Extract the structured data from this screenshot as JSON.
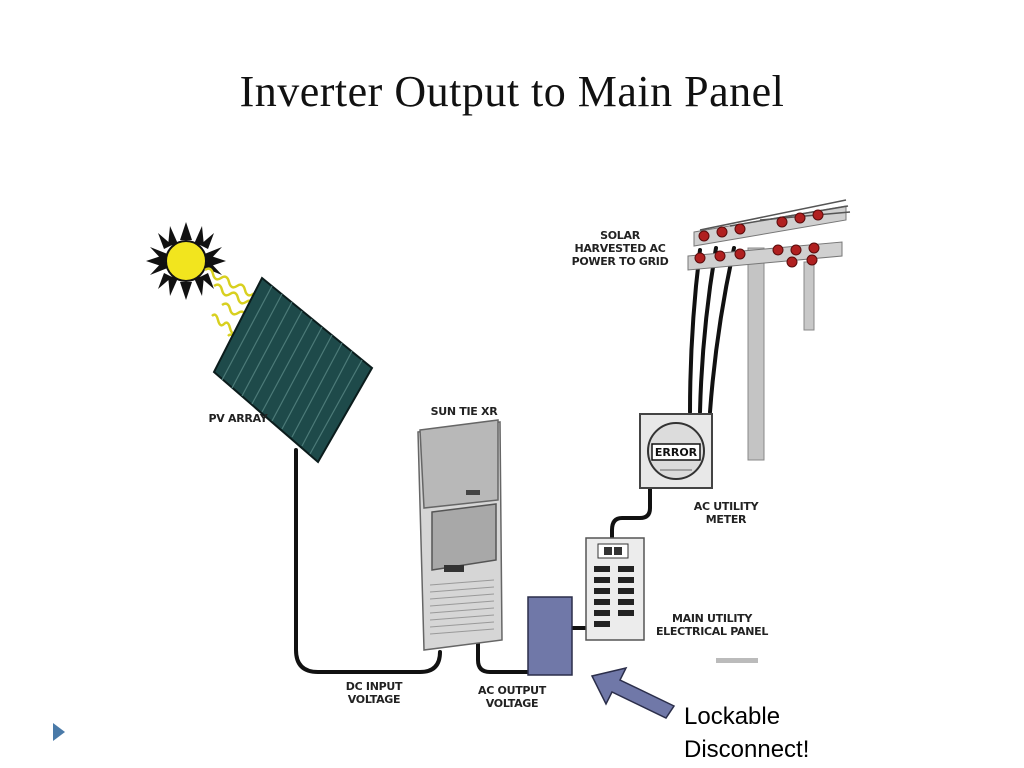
{
  "slide": {
    "title": "Inverter Output to Main Panel",
    "callout": "Lockable\nDisconnect!"
  },
  "diagram": {
    "labels": {
      "pv_array": "PV ARRAY",
      "inverter": "SUN TIE XR",
      "grid": "SOLAR\nHARVESTED AC\nPOWER TO GRID",
      "meter": "AC UTILITY\nMETER",
      "panel": "MAIN UTILITY\nELECTRICAL PANEL",
      "dc_input": "DC INPUT\nVOLTAGE",
      "ac_output": "AC OUTPUT\nVOLTAGE",
      "meter_face": "ERROR"
    },
    "colors": {
      "pv_panel": "#1e4a4a",
      "sun": "#f2e51e",
      "disconnect": "#7078a8",
      "arrow": "#7078a8",
      "insulators": "#b02020",
      "bullet": "#4a7aa8"
    }
  }
}
